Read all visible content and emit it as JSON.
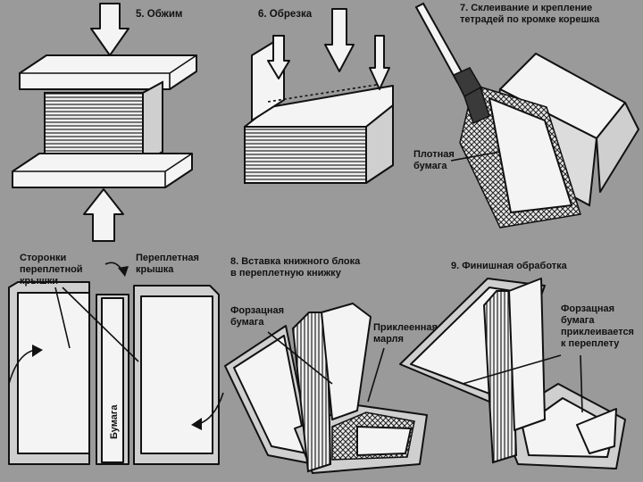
{
  "steps": [
    {
      "title": "5. Обжим"
    },
    {
      "title": "6. Обрезка"
    },
    {
      "title": "7. Склеивание и крепление",
      "title2": "тетрадей по кромке корешка",
      "labels": {
        "paper_l1": "Плотная",
        "paper_l2": "бумага"
      }
    },
    {
      "labels": {
        "sides_l1": "Сторонки",
        "sides_l2": "переплетной",
        "sides_l3": "крышки",
        "cover_l1": "Переплетная",
        "cover_l2": "крышка",
        "paper_strip": "Бумага"
      }
    },
    {
      "title": "8. Вставка книжного блока",
      "title2": "в переплетную книжку",
      "labels": {
        "endpaper_l1": "Форзацная",
        "endpaper_l2": "бумага",
        "gauze_l1": "Приклеенная",
        "gauze_l2": "марля"
      }
    },
    {
      "title": "9. Финишная обработка",
      "labels": {
        "fz_l1": "Форзацная",
        "fz_l2": "бумага",
        "fz_l3": "приклеивается",
        "fz_l4": "к переплету"
      }
    }
  ],
  "colors": {
    "background": "#9a9a9a",
    "paper": "#f4f4f4",
    "ink": "#111111",
    "gray": "#cfcfcf"
  }
}
